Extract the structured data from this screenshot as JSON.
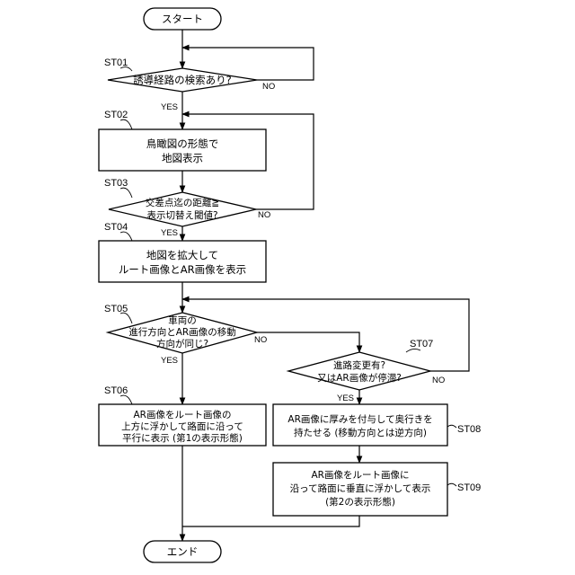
{
  "terminals": {
    "start": "スタート",
    "end": "エンド"
  },
  "steps": {
    "st01": {
      "label": "ST01",
      "lines": [
        "誘導経路の検索あり?"
      ]
    },
    "st02": {
      "label": "ST02",
      "lines": [
        "鳥瞰図の形態で",
        "地図表示"
      ]
    },
    "st03": {
      "label": "ST03",
      "lines": [
        "交差点迄の距離≧",
        "表示切替え閾値?"
      ]
    },
    "st04": {
      "label": "ST04",
      "lines": [
        "地図を拡大して",
        "ルート画像とAR画像を表示"
      ]
    },
    "st05": {
      "label": "ST05",
      "lines": [
        "車両の",
        "進行方向とAR画像の移動",
        "方向が同じ?"
      ]
    },
    "st06": {
      "label": "ST06",
      "lines": [
        "AR画像をルート画像の",
        "上方に浮かして路面に沿って",
        "平行に表示 (第1の表示形態)"
      ]
    },
    "st07": {
      "label": "ST07",
      "lines": [
        "進路変更有?",
        "又はAR画像が停滞?"
      ]
    },
    "st08": {
      "label": "ST08",
      "lines": [
        "AR画像に厚みを付与して奥行きを",
        "持たせる (移動方向とは逆方向)"
      ]
    },
    "st09": {
      "label": "ST09",
      "lines": [
        "AR画像をルート画像に",
        "沿って路面に垂直に浮かして表示",
        "(第2の表示形態)"
      ]
    }
  },
  "branches": {
    "yes": "YES",
    "no": "NO"
  }
}
